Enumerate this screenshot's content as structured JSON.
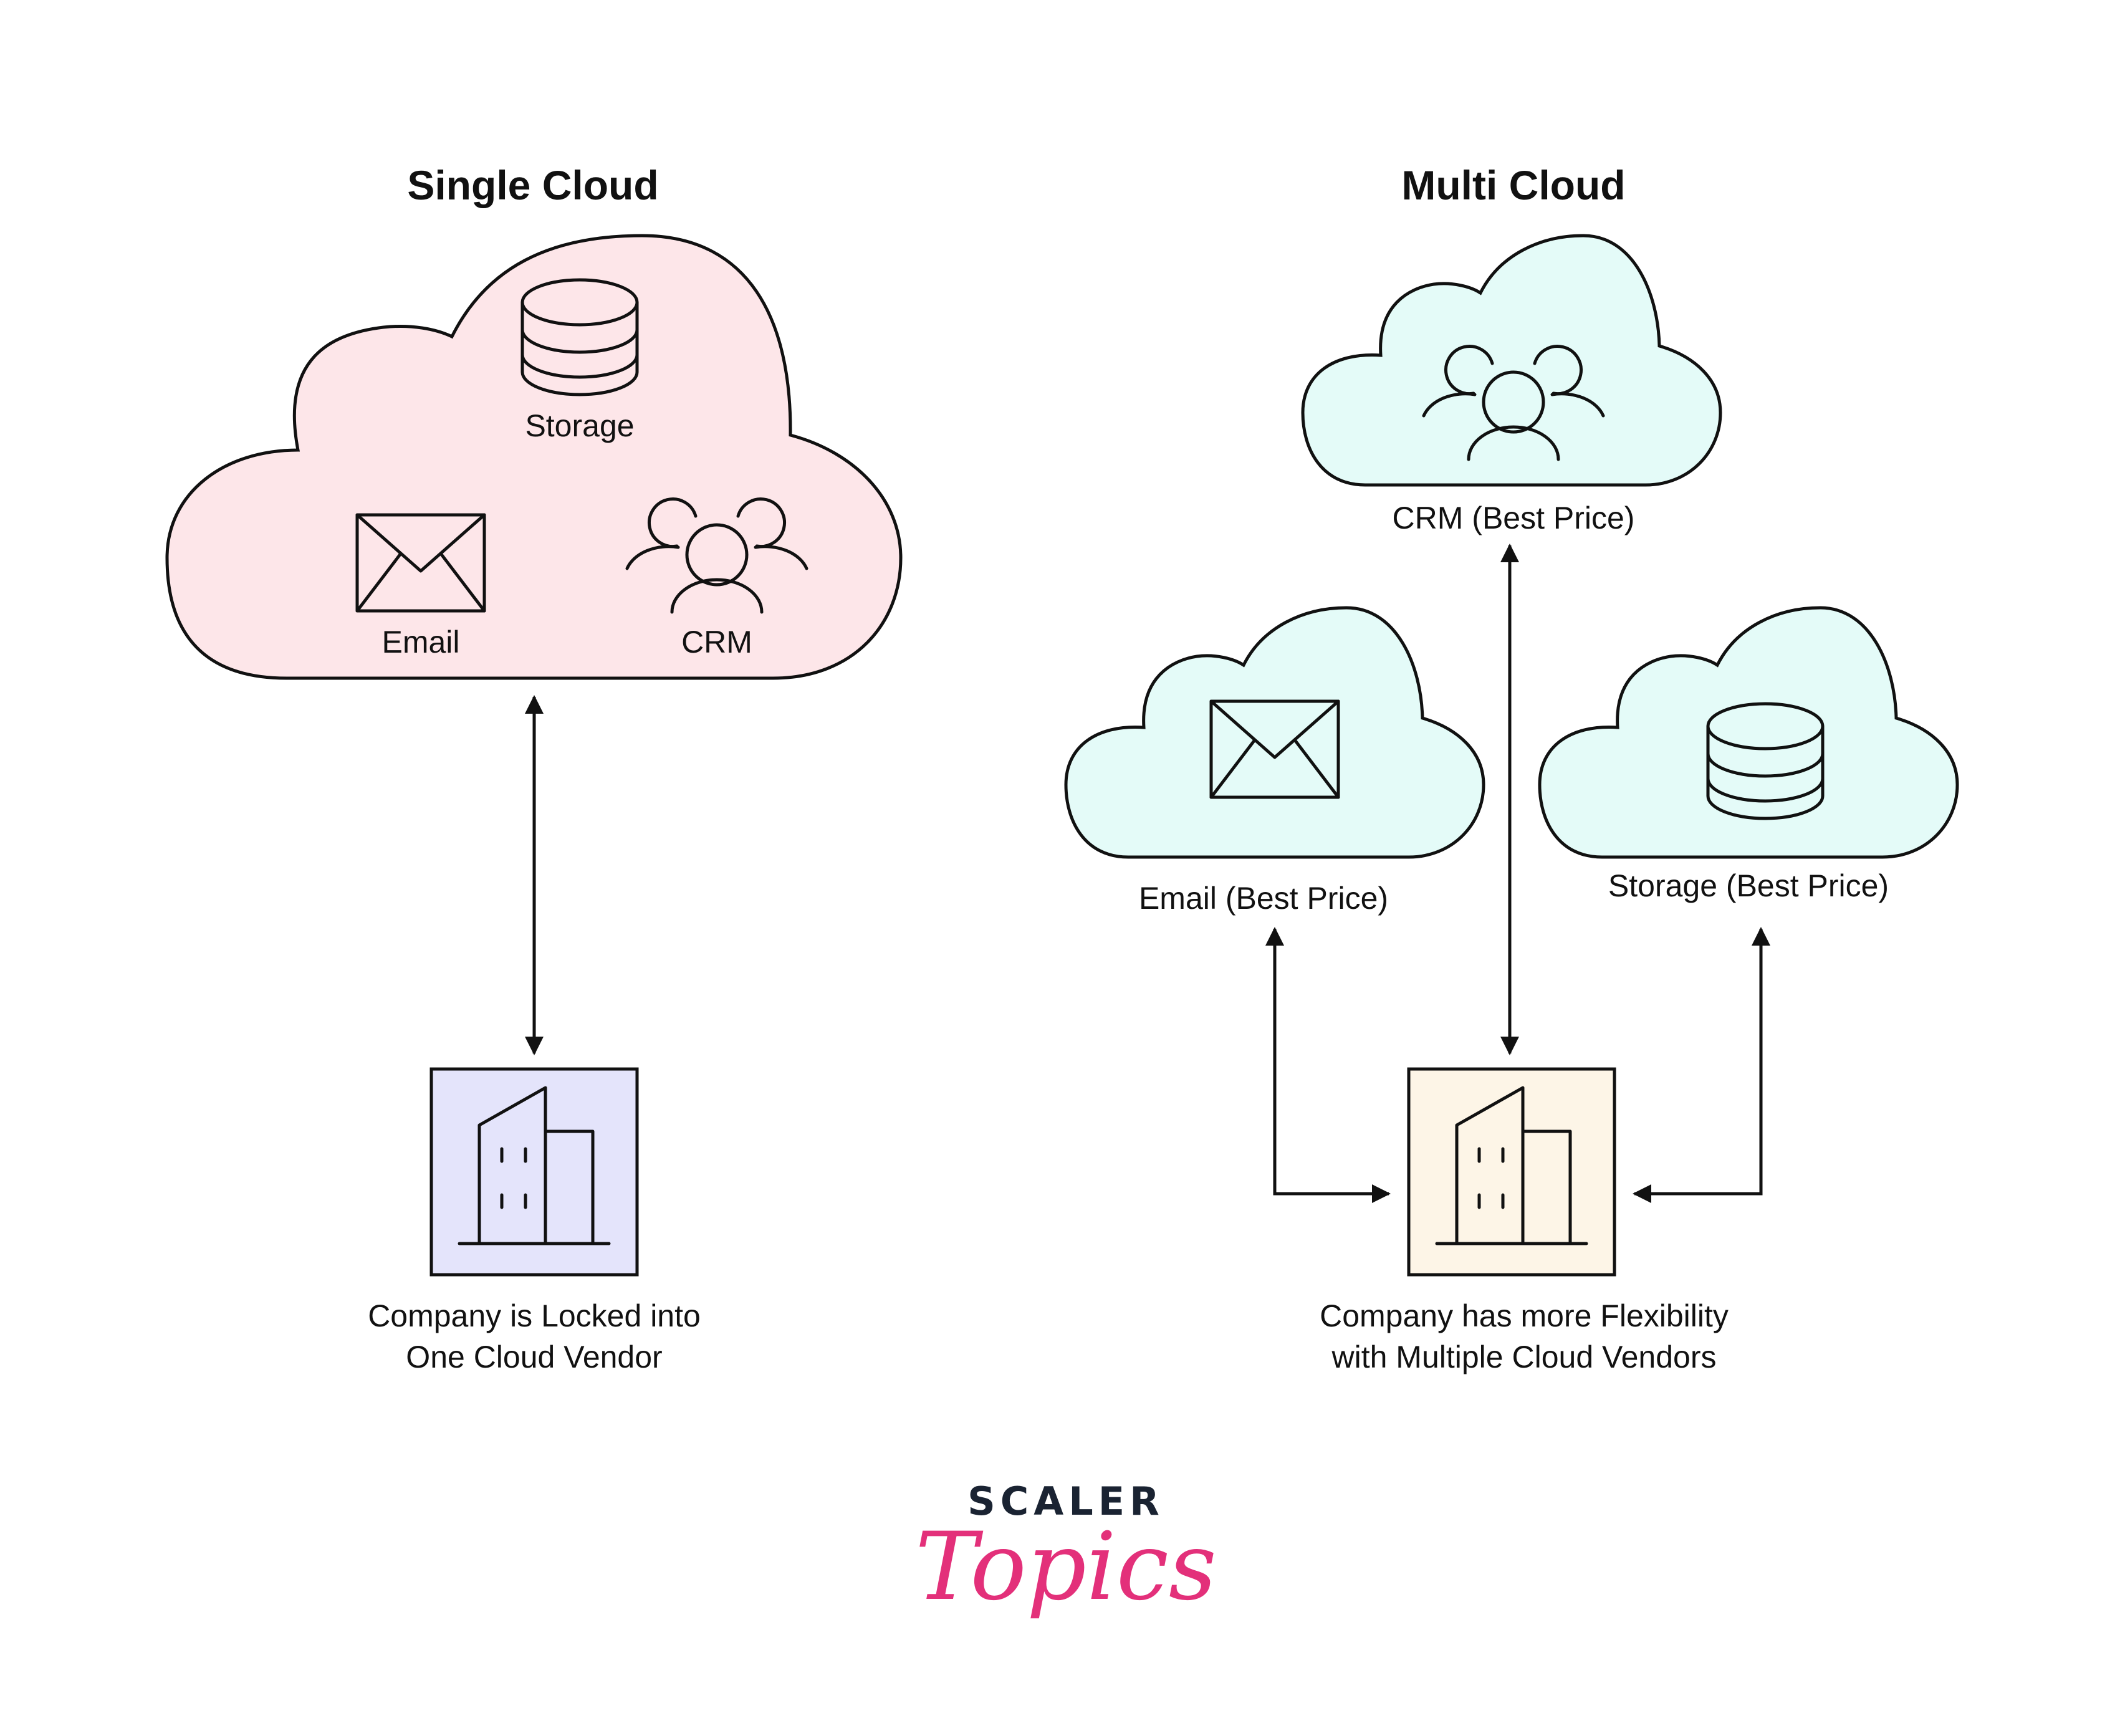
{
  "colors": {
    "single_cloud_fill": "#fde6e9",
    "multi_cloud_fill": "#e4fbf8",
    "single_company_fill": "#e4e4fb",
    "multi_company_fill": "#fdf5e7",
    "stroke": "#111111",
    "brand_dark": "#1a2332",
    "brand_pink": "#e3307a"
  },
  "single": {
    "title": "Single Cloud",
    "services": [
      {
        "label": "Storage",
        "icon": "database-icon"
      },
      {
        "label": "Email",
        "icon": "envelope-icon"
      },
      {
        "label": "CRM",
        "icon": "users-icon"
      }
    ],
    "company_icon": "building-icon",
    "caption_line1": "Company is Locked into",
    "caption_line2": "One Cloud Vendor"
  },
  "multi": {
    "title": "Multi Cloud",
    "services": [
      {
        "label": "CRM (Best Price)",
        "icon": "users-icon"
      },
      {
        "label": "Email (Best Price)",
        "icon": "envelope-icon"
      },
      {
        "label": "Storage (Best Price)",
        "icon": "database-icon"
      }
    ],
    "company_icon": "building-icon",
    "caption_line1": "Company has more Flexibility",
    "caption_line2": "with Multiple Cloud Vendors"
  },
  "logo": {
    "line1": "SCALER",
    "line2": "Topics"
  }
}
